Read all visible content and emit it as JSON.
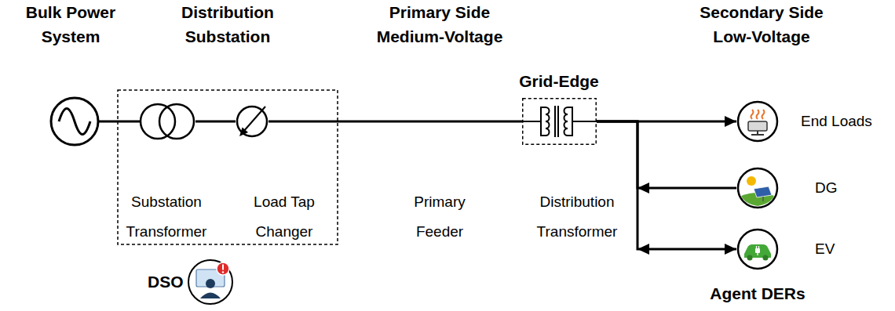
{
  "diagram": {
    "nodes": [
      {
        "text": [
          "Substation Transformer"
        ]
      },
      {
        "text": [
          "Load Tap Changer"
        ]
      },
      {
        "text": [
          "Grid-Edge",
          "Distribution Transformer"
        ]
      },
      {
        "text": [
          "End Loads"
        ]
      },
      {
        "text": [
          "DG"
        ]
      },
      {
        "text": [
          "EV"
        ]
      },
      {
        "text": [
          "DSO"
        ]
      }
    ],
    "edges": [
      {
        "from": 0,
        "to": 1,
        "arrow": "none"
      },
      {
        "from": 1,
        "to": 2,
        "arrow": "none",
        "label": "Primary Feeder"
      },
      {
        "from": 2,
        "to": 3,
        "arrow": "to"
      },
      {
        "from": 4,
        "to": 2,
        "arrow": "to"
      },
      {
        "from": 2,
        "to": 5,
        "arrow": "both"
      }
    ],
    "labels": [
      "Bulk Power System",
      "Distribution Substation",
      "Primary Side Medium-Voltage",
      "Secondary Side Low-Voltage",
      "Agent DERs"
    ]
  }
}
